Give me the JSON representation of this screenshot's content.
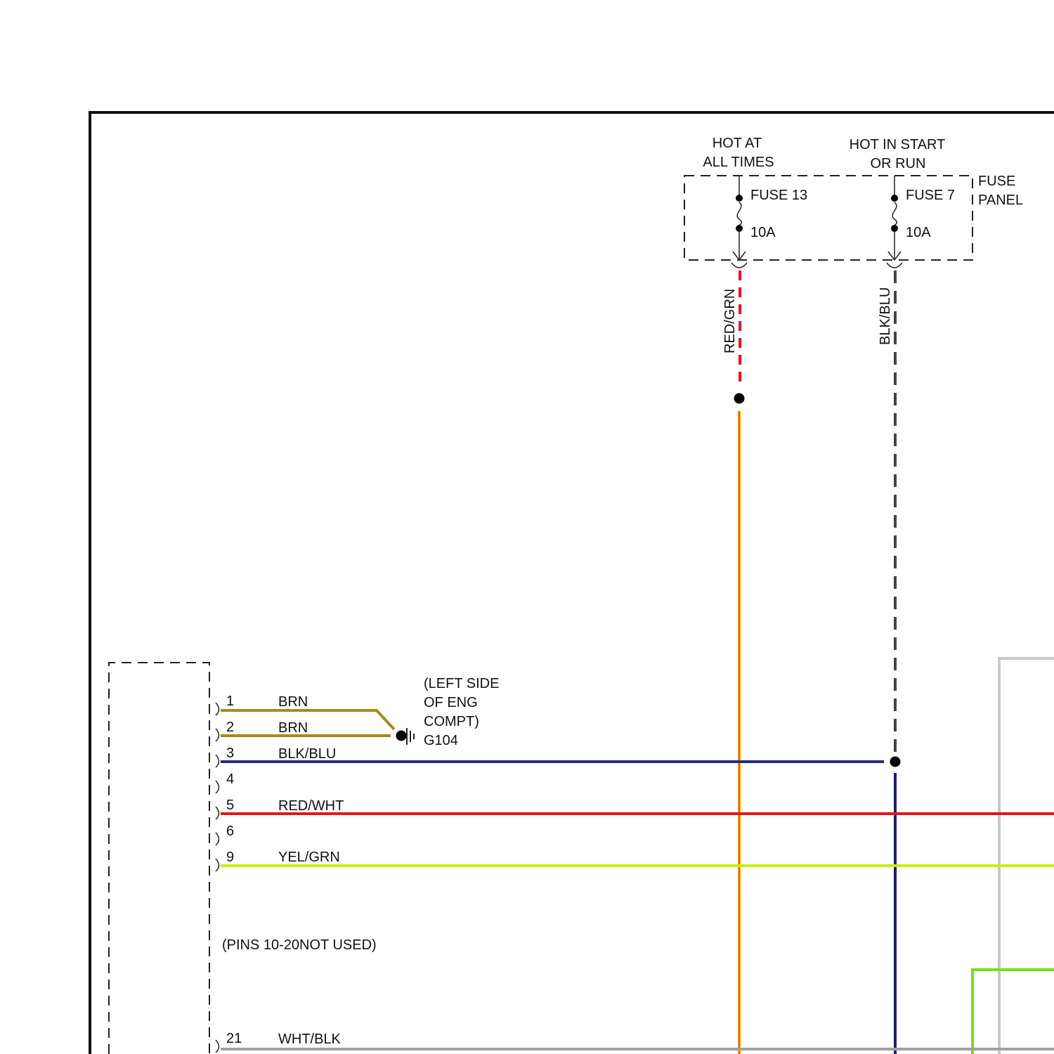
{
  "power_sources": {
    "hot_at_all_times": [
      "HOT AT",
      "ALL TIMES"
    ],
    "hot_in_start_or_run": [
      "HOT IN START",
      "OR RUN"
    ]
  },
  "fuse_panel": {
    "label": [
      "FUSE",
      "PANEL"
    ],
    "fuses": [
      {
        "name": "FUSE 13",
        "rating": "10A"
      },
      {
        "name": "FUSE 7",
        "rating": "10A"
      }
    ]
  },
  "vertical_wires": [
    {
      "label": "RED/GRN",
      "colors": [
        "#e8141e",
        "#ffb400"
      ]
    },
    {
      "label": "BLK/BLU",
      "colors": [
        "#444444",
        "#1e1e78"
      ]
    }
  ],
  "ground": {
    "location": [
      "(LEFT SIDE",
      "OF ENG",
      "COMPT)"
    ],
    "id": "G104"
  },
  "connector": {
    "pins": [
      {
        "pin": "1",
        "wire": "BRN",
        "color": "#a88a1c"
      },
      {
        "pin": "2",
        "wire": "BRN",
        "color": "#a88a1c"
      },
      {
        "pin": "3",
        "wire": "BLK/BLU",
        "color": "#2a2a7a"
      },
      {
        "pin": "4",
        "wire": "",
        "color": ""
      },
      {
        "pin": "5",
        "wire": "RED/WHT",
        "color": "#e01818"
      },
      {
        "pin": "6",
        "wire": "",
        "color": ""
      },
      {
        "pin": "9",
        "wire": "YEL/GRN",
        "color": "#c8f000"
      },
      {
        "pin": "21",
        "wire": "WHT/BLK",
        "color": "#a0a0a0"
      }
    ],
    "note": "(PINS 10-20NOT USED)"
  },
  "colors": {
    "frame": "#111111",
    "edge_gray": "#c8c8c8",
    "edge_green": "#6ee21a"
  }
}
